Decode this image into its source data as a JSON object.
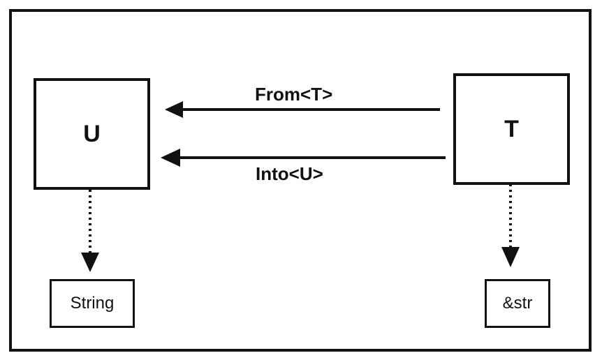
{
  "nodes": {
    "u": "U",
    "t": "T",
    "string": "String",
    "str": "&str"
  },
  "edges": {
    "from_label": "From<T>",
    "into_label": "Into<U>"
  }
}
